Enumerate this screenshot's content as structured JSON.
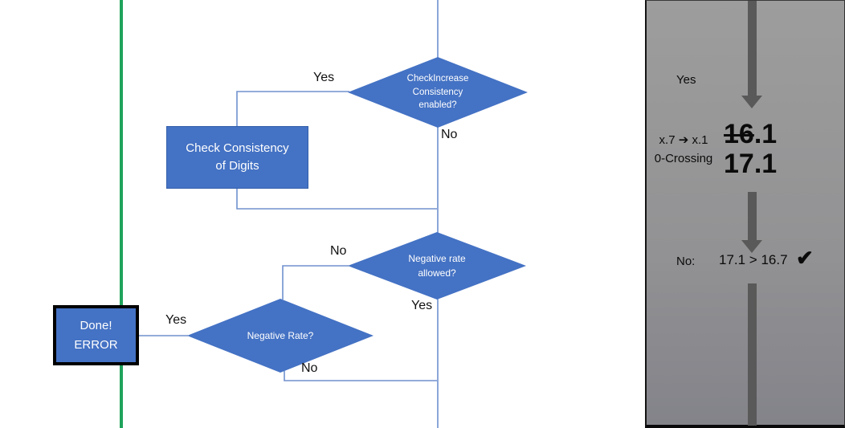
{
  "flowchart": {
    "nodes": {
      "check_increase": {
        "label": "CheckIncrease\nConsistency\nenabled?"
      },
      "check_consistency": {
        "label": "Check Consistency\nof Digits"
      },
      "negative_rate_allowed": {
        "label": "Negative rate\nallowed?"
      },
      "negative_rate": {
        "label": "Negative Rate?"
      },
      "done_error": {
        "label": "Done!\nERROR"
      }
    },
    "edge_labels": {
      "top_yes": "Yes",
      "top_no": "No",
      "mid_no": "No",
      "mid_yes": "Yes",
      "done_yes": "Yes",
      "bottom_no": "No"
    },
    "colors": {
      "shape_fill": "#4472C4",
      "shape_text": "#FFFFFF",
      "connector": "#7091CE",
      "guide_line": "#1FA35C"
    }
  },
  "side_panel": {
    "yes_label": "Yes",
    "no_label": "No:",
    "annotation_line1": "x.7 ➔ x.1",
    "annotation_line2": "0-Crossing",
    "old_value_struck": "16",
    "old_value_rest": ".1",
    "new_value": "17.1",
    "comparison": "17.1 > 16.7",
    "checkmark": "✔",
    "colors": {
      "background": "#949494",
      "arrow": "#595959"
    }
  }
}
